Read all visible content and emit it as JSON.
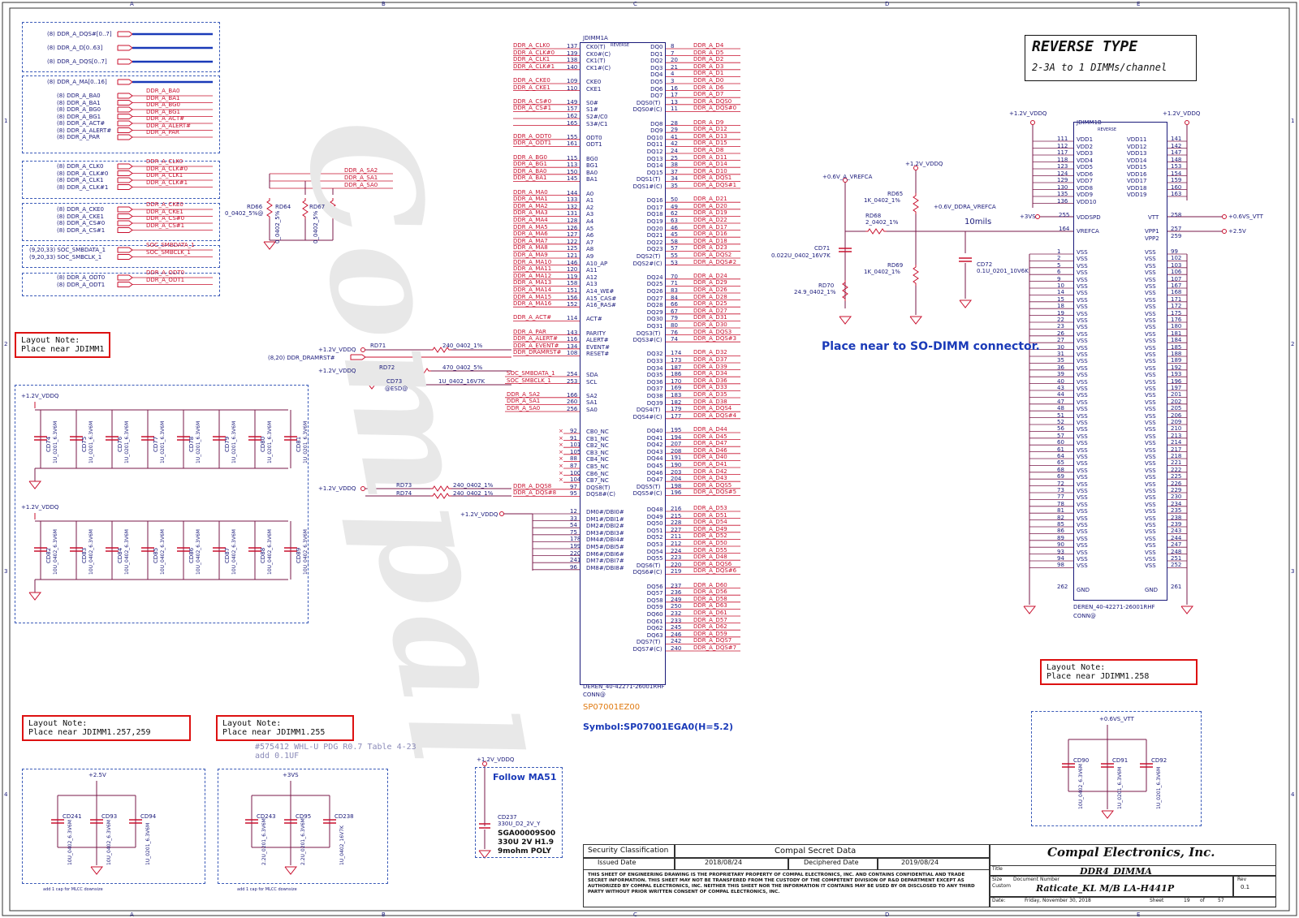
{
  "border": {
    "col_letters": [
      "A",
      "B",
      "C",
      "D",
      "E"
    ],
    "row_numbers": [
      "1",
      "2",
      "3",
      "4"
    ]
  },
  "title_block": {
    "reverse_title": "REVERSE TYPE",
    "reverse_sub": "2-3A to 1 DIMMs/channel",
    "security_label": "Security Classification",
    "security_value": "Compal Secret Data",
    "issued_label": "Issued Date",
    "issued_date": "2018/08/24",
    "deciphered_label": "Deciphered Date",
    "deciphered_date": "2019/08/24",
    "company": "Compal Electronics, Inc.",
    "title_label": "Title",
    "title_value": "DDR4_DIMMA",
    "size_label": "Size",
    "size_value": "Custom",
    "docnum_label": "Document Number",
    "docnum_value": "Raticate_KL M/B LA-H441P",
    "rev_label": "Rev",
    "rev_value": "0.1",
    "date_label": "Date:",
    "date_value": "Friday, November 30, 2018",
    "sheet_label": "Sheet",
    "sheet_value": "19",
    "of_label": "of",
    "of_value": "57",
    "disclaimer": "THIS SHEET OF ENGINEERING DRAWING IS THE PROPRIETARY PROPERTY OF COMPAL ELECTRONICS, INC. AND CONTAINS CONFIDENTIAL AND TRADE SECRET INFORMATION. THIS SHEET MAY NOT BE TRANSFERED FROM THE CUSTODY OF THE COMPETENT DIVISION OF R&D DEPARTMENT EXCEPT AS AUTHORIZED BY COMPAL ELECTRONICS, INC. NEITHER THIS SHEET NOR THE INFORMATION IT CONTAINS MAY BE USED BY OR DISCLOSED TO ANY THIRD PARTY WITHOUT PRIOR WRITTEN CONSENT OF COMPAL ELECTRONICS, INC."
  },
  "ports_top": [
    "(8)  DDR_A_DQS#[0..7]",
    "(8)  DDR_A_D[0..63]",
    "(8)  DDR_A_DQS[0..7]"
  ],
  "ports_ma": "(8)  DDR_A_MA[0..16]",
  "ports_ba": [
    "(8)  DDR_A_BA0",
    "(8)  DDR_A_BA1",
    "(8)  DDR_A_BG0",
    "(8)  DDR_A_BG1",
    "(8)  DDR_A_ACT#",
    "(8)  DDR_A_ALERT#",
    "(8)  DDR_A_PAR"
  ],
  "ports_ba_red": [
    "DDR_A_BA0",
    "DDR_A_BA1",
    "DDR_A_BG0",
    "DDR_A_BG1",
    "DDR_A_ACT#",
    "DDR_A_ALERT#",
    "DDR_A_PAR"
  ],
  "ports_clk": [
    "(8)  DDR_A_CLK0",
    "(8)  DDR_A_CLK#0",
    "(8)  DDR_A_CLK1",
    "(8)  DDR_A_CLK#1"
  ],
  "ports_clk_red": [
    "DDR_A_CLK0",
    "DDR_A_CLK#0",
    "DDR_A_CLK1",
    "DDR_A_CLK#1"
  ],
  "ports_cke": [
    "(8)  DDR_A_CKE0",
    "(8)  DDR_A_CKE1",
    "(8)  DDR_A_CS#0",
    "(8)  DDR_A_CS#1"
  ],
  "ports_cke_red": [
    "DDR_A_CKE0",
    "DDR_A_CKE1",
    "DDR_A_CS#0",
    "DDR_A_CS#1"
  ],
  "ports_smb": [
    "(9,20,33)  SOC_SMBDATA_1",
    "(9,20,33)  SOC_SMBCLK_1"
  ],
  "ports_smb_red": [
    "SOC_SMBDATA_1",
    "SOC_SMBCLK_1"
  ],
  "ports_odt": [
    "(8)  DDR_A_ODT0",
    "(8)  DDR_A_ODT1"
  ],
  "ports_odt_red": [
    "DDR_A_ODT0",
    "DDR_A_ODT1"
  ],
  "sa_nets": [
    "DDR_A_SA2",
    "DDR_A_SA1",
    "DDR_A_SA0"
  ],
  "sa_res": {
    "rd66": "RD66",
    "rd64": "RD64",
    "rd67": "RD67",
    "val": "0_0402_5%@",
    "val2": "0_0402_5%"
  },
  "notes": {
    "n1": "Layout Note:\nPlace near JDIMM1",
    "n2": "Layout Note:\nPlace near JDIMM1.257,259",
    "n3": "Layout Note:\nPlace near JDIMM1.255",
    "n4": "Layout Note:\nPlace near JDIMM1.258"
  },
  "decap1": {
    "rail": "+1.2V_VDDQ",
    "caps": [
      "CD74",
      "CD75",
      "CD76",
      "CD77",
      "CD78",
      "CD79",
      "CD80",
      "CD81"
    ],
    "value": "1U_0201_6.3V6M"
  },
  "decap2": {
    "rail": "+1.2V_VDDQ",
    "caps": [
      "CD82",
      "CD83",
      "CD84",
      "CD85",
      "CD86",
      "CD87",
      "CD88",
      "CD89"
    ],
    "value": "10U_0402_6.3V6M"
  },
  "jdimm1a": {
    "ref": "JDIMM1A",
    "rev": "REVERSE",
    "part": "DEREN_40-42271-26001RHF",
    "conn": "CONN@",
    "code": "SP07001EZ00",
    "symbol": "Symbol:SP07001EGA0(H=5.2)",
    "left_nets": [
      "DDR_A_CLK0",
      "DDR_A_CLK#0",
      "DDR_A_CLK1",
      "DDR_A_CLK#1",
      "",
      "DDR_A_CKE0",
      "DDR_A_CKE1",
      "",
      "DDR_A_CS#0",
      "DDR_A_CS#1",
      "",
      "",
      "",
      "DDR_A_ODT0",
      "DDR_A_ODT1",
      "",
      "DDR_A_BG0",
      "DDR_A_BG1",
      "DDR_A_BA0",
      "DDR_A_BA1",
      "",
      "DDR_A_MA0",
      "DDR_A_MA1",
      "DDR_A_MA2",
      "DDR_A_MA3",
      "DDR_A_MA4",
      "DDR_A_MA5",
      "DDR_A_MA6",
      "DDR_A_MA7",
      "DDR_A_MA8",
      "DDR_A_MA9",
      "DDR_A_MA10",
      "DDR_A_MA11",
      "DDR_A_MA12",
      "DDR_A_MA13",
      "DDR_A_MA14",
      "DDR_A_MA15",
      "DDR_A_MA16",
      "",
      "DDR_A_ACT#",
      "",
      "DDR_A_PAR",
      "DDR_A_ALERT#",
      "DDR_A_EVENT#",
      "DDR_DRAMRST#"
    ],
    "left_pins": [
      "137",
      "139",
      "138",
      "140",
      "",
      "109",
      "110",
      "",
      "149",
      "157",
      "162",
      "165",
      "",
      "155",
      "161",
      "",
      "115",
      "113",
      "150",
      "145",
      "",
      "144",
      "133",
      "132",
      "131",
      "128",
      "126",
      "127",
      "122",
      "125",
      "121",
      "146",
      "120",
      "119",
      "158",
      "151",
      "156",
      "152",
      "",
      "114",
      "",
      "143",
      "116",
      "134",
      "108"
    ],
    "left_labels": [
      "CK0(T)",
      "CK0#(C)",
      "CK1(T)",
      "CK1#(C)",
      "",
      "CKE0",
      "CKE1",
      "",
      "S0#",
      "S1#",
      "S2#/C0",
      "S3#/C1",
      "",
      "ODT0",
      "ODT1",
      "",
      "BG0",
      "BG1",
      "BA0",
      "BA1",
      "",
      "A0",
      "A1",
      "A2",
      "A3",
      "A4",
      "A5",
      "A6",
      "A7",
      "A8",
      "A9",
      "A10_AP",
      "A11",
      "A12",
      "A13",
      "A14_WE#",
      "A15_CAS#",
      "A16_RAS#",
      "",
      "ACT#",
      "",
      "PARITY",
      "ALERT#",
      "EVENT#",
      "RESET#"
    ],
    "right_pins": [
      "8",
      "7",
      "20",
      "21",
      "4",
      "3",
      "16",
      "17",
      "13",
      "11",
      "",
      "28",
      "29",
      "41",
      "42",
      "24",
      "25",
      "38",
      "37",
      "34",
      "35",
      "",
      "50",
      "49",
      "62",
      "63",
      "46",
      "45",
      "58",
      "57",
      "55",
      "53",
      "",
      "70",
      "71",
      "83",
      "84",
      "66",
      "67",
      "79",
      "80",
      "76",
      "74",
      "",
      "174",
      "173",
      "187",
      "186",
      "170",
      "169",
      "183",
      "182",
      "179",
      "177",
      "",
      "195",
      "194",
      "207",
      "208",
      "191",
      "190",
      "203",
      "204",
      "198",
      "196"
    ],
    "right_labels": [
      "DQ0",
      "DQ1",
      "DQ2",
      "DQ3",
      "DQ4",
      "DQ5",
      "DQ6",
      "DQ7",
      "DQS0(T)",
      "DQS0#(C)",
      "",
      "DQ8",
      "DQ9",
      "DQ10",
      "DQ11",
      "DQ12",
      "DQ13",
      "DQ14",
      "DQ15",
      "DQS1(T)",
      "DQS1#(C)",
      "",
      "DQ16",
      "DQ17",
      "DQ18",
      "DQ19",
      "DQ20",
      "DQ21",
      "DQ22",
      "DQ23",
      "DQS2(T)",
      "DQS2#(C)",
      "",
      "DQ24",
      "DQ25",
      "DQ26",
      "DQ27",
      "DQ28",
      "DQ29",
      "DQ30",
      "DQ31",
      "DQS3(T)",
      "DQS3#(C)",
      "",
      "DQ32",
      "DQ33",
      "DQ34",
      "DQ35",
      "DQ36",
      "DQ37",
      "DQ38",
      "DQ39",
      "DQS4(T)",
      "DQS4#(C)",
      "",
      "DQ40",
      "DQ41",
      "DQ42",
      "DQ43",
      "DQ44",
      "DQ45",
      "DQ46",
      "DQ47",
      "DQS5(T)",
      "DQS5#(C)"
    ],
    "right_nets": [
      "DDR_A_D4",
      "DDR_A_D5",
      "DDR_A_D2",
      "DDR_A_D3",
      "DDR_A_D1",
      "DDR_A_D0",
      "DDR_A_D6",
      "DDR_A_D7",
      "DDR_A_DQS0",
      "DDR_A_DQS#0",
      "",
      "DDR_A_D9",
      "DDR_A_D12",
      "DDR_A_D13",
      "DDR_A_D15",
      "DDR_A_D8",
      "DDR_A_D11",
      "DDR_A_D14",
      "DDR_A_D10",
      "DDR_A_DQS1",
      "DDR_A_DQS#1",
      "",
      "DDR_A_D21",
      "DDR_A_D20",
      "DDR_A_D19",
      "DDR_A_D22",
      "DDR_A_D17",
      "DDR_A_D16",
      "DDR_A_D18",
      "DDR_A_D23",
      "DDR_A_DQS2",
      "DDR_A_DQS#2",
      "",
      "DDR_A_D24",
      "DDR_A_D29",
      "DDR_A_D26",
      "DDR_A_D28",
      "DDR_A_D25",
      "DDR_A_D27",
      "DDR_A_D31",
      "DDR_A_D30",
      "DDR_A_DQS3",
      "DDR_A_DQS#3",
      "",
      "DDR_A_D32",
      "DDR_A_D37",
      "DDR_A_D39",
      "DDR_A_D34",
      "DDR_A_D36",
      "DDR_A_D33",
      "DDR_A_D35",
      "DDR_A_D38",
      "DDR_A_DQS4",
      "DDR_A_DQS#4",
      "",
      "DDR_A_D44",
      "DDR_A_D45",
      "DDR_A_D47",
      "DDR_A_D46",
      "DDR_A_D40",
      "DDR_A_D41",
      "DDR_A_D42",
      "DDR_A_D43",
      "DDR_A_DQS5",
      "DDR_A_DQS#5"
    ],
    "right2_pins": [
      "216",
      "215",
      "228",
      "227",
      "211",
      "212",
      "224",
      "223",
      "220",
      "219",
      "",
      "237",
      "236",
      "249",
      "250",
      "232",
      "233",
      "245",
      "246",
      "242",
      "240"
    ],
    "right2_labels": [
      "DQ48",
      "DQ49",
      "DQ50",
      "DQ51",
      "DQ52",
      "DQ53",
      "DQ54",
      "DQ55",
      "DQS6(T)",
      "DQS6#(C)",
      "",
      "DQ56",
      "DQ57",
      "DQ58",
      "DQ59",
      "DQ60",
      "DQ61",
      "DQ62",
      "DQ63",
      "DQS7(T)",
      "DQS7#(C)"
    ],
    "right2_nets": [
      "DDR_A_D53",
      "DDR_A_D51",
      "DDR_A_D54",
      "DDR_A_D49",
      "DDR_A_D52",
      "DDR_A_D50",
      "DDR_A_D55",
      "DDR_A_D48",
      "DDR_A_DQS6",
      "DDR_A_DQS#6",
      "",
      "DDR_A_D60",
      "DDR_A_D56",
      "DDR_A_D58",
      "DDR_A_D63",
      "DDR_A_D61",
      "DDR_A_D57",
      "DDR_A_D62",
      "DDR_A_D59",
      "DDR_A_DQS7",
      "DDR_A_DQS#7"
    ],
    "smb_nets": [
      "SOC_SMBDATA_1",
      "SOC_SMBCLK_1",
      "",
      "DDR_A_SA2",
      "DDR_A_SA1",
      "DDR_A_SA0"
    ],
    "smb_pins": [
      "254",
      "253",
      "",
      "166",
      "260",
      "256"
    ],
    "smb_labels": [
      "SDA",
      "SCL",
      "",
      "SA2",
      "SA1",
      "SA0"
    ],
    "cb_pins": [
      "92",
      "91",
      "101",
      "105",
      "88",
      "87",
      "100",
      "104",
      "97",
      "95"
    ],
    "cb_labels": [
      "CB0_NC",
      "CB1_NC",
      "CB2_NC",
      "CB3_NC",
      "CB4_NC",
      "CB5_NC",
      "CB6_NC",
      "CB7_NC",
      "DQS8(T)",
      "DQS8#(C)"
    ],
    "cb_nets": [
      "",
      "",
      "",
      "",
      "",
      "",
      "",
      "",
      "DDR_A_DQS8",
      "DDR_A_DQS#8"
    ],
    "dm_pins": [
      "12",
      "33",
      "54",
      "75",
      "178",
      "199",
      "220",
      "241",
      "96"
    ],
    "dm_labels": [
      "DM0#/DBI0#",
      "DM1#/DBI1#",
      "DM2#/DBI2#",
      "DM3#/DBI3#",
      "DM4#/DBI4#",
      "DM5#/DBI5#",
      "DM6#/DBI6#",
      "DM7#/DBI7#",
      "DM8#/DBI8#"
    ]
  },
  "mid_parts": {
    "rd71": "RD71",
    "rd71v": "240_0402_1%",
    "rd72": "RD72",
    "rd72v": "470_0402_5%",
    "cd73": "CD73",
    "cd73v": "1U_0402_16V7K",
    "cd73esd": "@ESD@",
    "dramrst": "(8,20)  DDR_DRAMRST#",
    "vddq": "+1.2V_VDDQ",
    "rd73": "RD73",
    "rd74": "RD74",
    "rd7374v": "240_0402_1%"
  },
  "vref": {
    "vrefca": "+0.6V_A_VREFCA",
    "vddq": "+1.2V_VDDQ",
    "ddra_vref": "+0.6V_DDRA_VREFCA",
    "rd65": "RD65",
    "rd65v": "1K_0402_1%",
    "rd68": "RD68",
    "rd68v": "2_0402_1%",
    "rd69": "RD69",
    "rd69v": "1K_0402_1%",
    "rd70": "RD70",
    "rd70v": "24.9_0402_1%",
    "cd71": "CD71",
    "cd71v": "0.022U_0402_16V7K",
    "cd72": "CD72",
    "cd72v": "0.1U_0201_10V6K",
    "mils": "10mils",
    "place": "Place near to SO-DIMM connector."
  },
  "jdimm1b": {
    "ref": "JDIMM1B",
    "rev": "REVERSE",
    "part": "DEREN_40-42271-26001RHF",
    "conn": "CONN@",
    "rail_l": "+1.2V_VDDQ",
    "rail_r": "+1.2V_VDDQ",
    "vdd_l_pins": [
      "111",
      "112",
      "117",
      "118",
      "123",
      "124",
      "129",
      "130",
      "135",
      "136"
    ],
    "vdd_l": [
      "VDD1",
      "VDD2",
      "VDD3",
      "VDD4",
      "VDD5",
      "VDD6",
      "VDD7",
      "VDD8",
      "VDD9",
      "VDD10"
    ],
    "vdd_r_pins": [
      "141",
      "142",
      "147",
      "148",
      "153",
      "154",
      "159",
      "160",
      "163"
    ],
    "vdd_r": [
      "VDD11",
      "VDD12",
      "VDD13",
      "VDD14",
      "VDD15",
      "VDD16",
      "VDD17",
      "VDD18",
      "VDD19"
    ],
    "p3vs": "+3VS",
    "vddspd_pin": "255",
    "vddspd": "VDDSPD",
    "vrefca_pin": "164",
    "vrefca": "VREFCA",
    "vtt": "VTT",
    "vtt_pin": "258",
    "vtt_net": "+0.6VS_VTT",
    "vpp1": "VPP1",
    "vpp1_pin": "257",
    "vpp_net": "+2.5V",
    "vpp2": "VPP2",
    "vpp2_pin": "259",
    "vss_l_pins": [
      "1",
      "2",
      "5",
      "6",
      "9",
      "10",
      "14",
      "15",
      "18",
      "19",
      "22",
      "23",
      "26",
      "27",
      "30",
      "31",
      "35",
      "36",
      "39",
      "40",
      "43",
      "44",
      "47",
      "48",
      "51",
      "52",
      "56",
      "57",
      "60",
      "61",
      "64",
      "65",
      "68",
      "69",
      "72",
      "73",
      "77",
      "78",
      "81",
      "82",
      "85",
      "86",
      "89",
      "90",
      "93",
      "94",
      "98"
    ],
    "vss_r_pins": [
      "99",
      "102",
      "103",
      "106",
      "107",
      "167",
      "168",
      "171",
      "172",
      "175",
      "176",
      "180",
      "181",
      "184",
      "185",
      "188",
      "189",
      "192",
      "193",
      "196",
      "197",
      "201",
      "202",
      "205",
      "206",
      "209",
      "210",
      "213",
      "214",
      "217",
      "218",
      "221",
      "222",
      "225",
      "226",
      "229",
      "230",
      "234",
      "235",
      "238",
      "239",
      "243",
      "244",
      "247",
      "248",
      "251",
      "252"
    ],
    "vss": "VSS",
    "gnd": "GND",
    "gnd_l_pin": "262",
    "gnd_r_pin": "261"
  },
  "cap_257": {
    "rail": "+2.5V",
    "caps": [
      "CD241",
      "CD93",
      "CD94"
    ],
    "values": [
      "10U_0402_6.3V6M",
      "10U_0402_6.3V6M",
      "1U_0201_6.3V6M"
    ],
    "foot": "add 1 cap for MLCC downsize"
  },
  "cap_255": {
    "rail": "+3VS",
    "caps": [
      "CD243",
      "CD95",
      "CD238"
    ],
    "values": [
      "2.2U_0201_6.3V6M",
      "2.2U_0201_6.3V6M",
      "1U_0402_16V7K"
    ],
    "foot": "add 1 cap for MLCC downsize",
    "pdg": "#575412 WHL-U PDG R0.7 Table 4-23\nadd 0.1UF"
  },
  "cap_258": {
    "rail": "+0.6VS_VTT",
    "caps": [
      "CD90",
      "CD91",
      "CD92"
    ],
    "values": [
      "10U_0402_6.3V6M",
      "1U_0201_6.3V6M",
      "1U_0201_6.3V6M"
    ]
  },
  "ma51": {
    "rail": "+1.2V_VDDQ",
    "follow": "Follow MA51",
    "cap": "CD237",
    "capv": "330U_D2_2V_Y",
    "sga": "SGA00009S00",
    "spec1": "330U 2V H1.9",
    "spec2": "9mohm POLY"
  }
}
